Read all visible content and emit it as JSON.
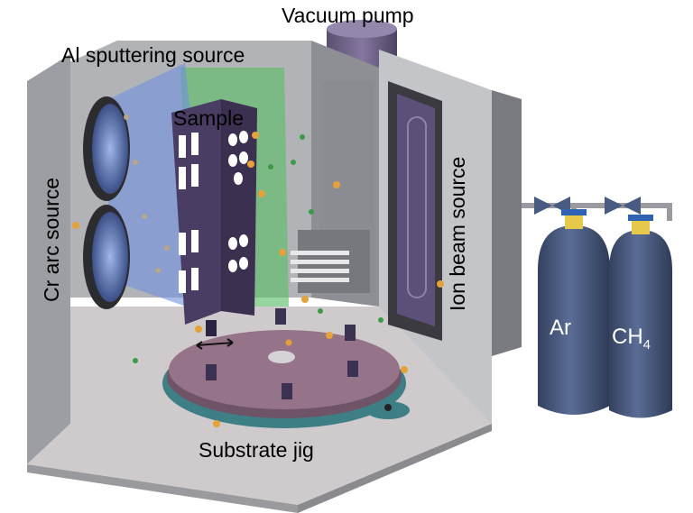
{
  "labels": {
    "vacuum_pump": "Vacuum pump",
    "al_source": "Al sputtering source",
    "sample": "Sample",
    "cr_source": "Cr arc source",
    "ion_source": "Ion beam source",
    "substrate_jig": "Substrate jig",
    "ar": "Ar",
    "ch4_base": "CH",
    "ch4_sub": "4"
  },
  "colors": {
    "chamber_wall": "#a8a9ad",
    "chamber_floor": "#c9c6c8",
    "sputter_plume": "#5fbf6a",
    "arc_plume": "#6f8fe0",
    "sample_holder": "#4a3d63",
    "cylinder": "#4a5b82",
    "cylinder_cap": "#e6c84a",
    "gear": "#3e7f86",
    "particle_gold": "#e5a13a",
    "particle_green": "#3d9a4a",
    "vacuum_pump": "#6b5f80"
  }
}
